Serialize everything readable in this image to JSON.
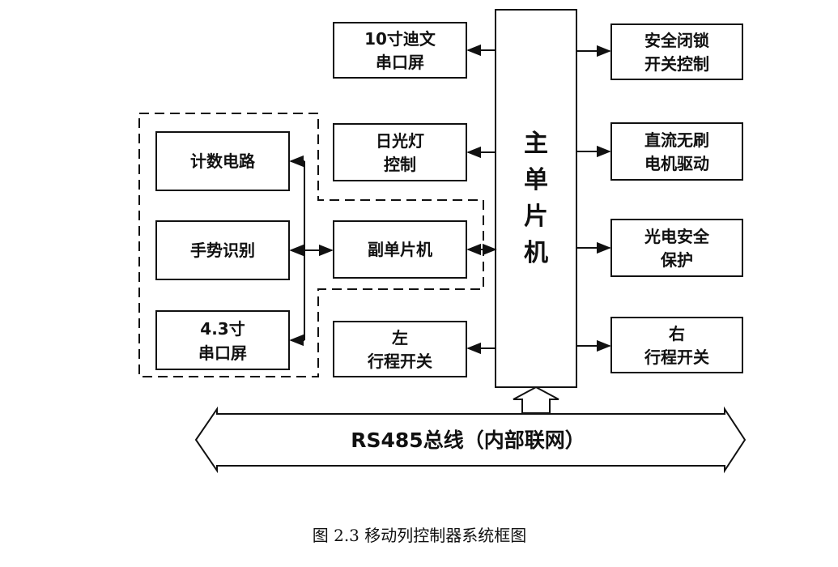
{
  "main_mcu": {
    "chars": [
      "主",
      "单",
      "片",
      "机"
    ]
  },
  "sub_mcu": {
    "label": "副单片机"
  },
  "left_boxes": {
    "screen10": {
      "line1": "10寸迪文",
      "line2": "串口屏"
    },
    "light": {
      "line1": "日光灯",
      "line2": "控制"
    },
    "left_switch": {
      "line1": "左",
      "line2": "行程开关"
    }
  },
  "right_boxes": {
    "lock": {
      "line1": "安全闭锁",
      "line2": "开关控制"
    },
    "motor": {
      "line1": "直流无刷",
      "line2": "电机驱动"
    },
    "photo": {
      "line1": "光电安全",
      "line2": "保护"
    },
    "right_switch": {
      "line1": "右",
      "line2": "行程开关"
    }
  },
  "sub_group": {
    "counter": {
      "label": "计数电路"
    },
    "gesture": {
      "label": "手势识别"
    },
    "screen43": {
      "line1": "4.3寸",
      "line2": "串口屏"
    }
  },
  "bus": {
    "label": "RS485总线（内部联网）"
  },
  "caption": {
    "text": "图 2.3  移动列控制器系统框图"
  }
}
